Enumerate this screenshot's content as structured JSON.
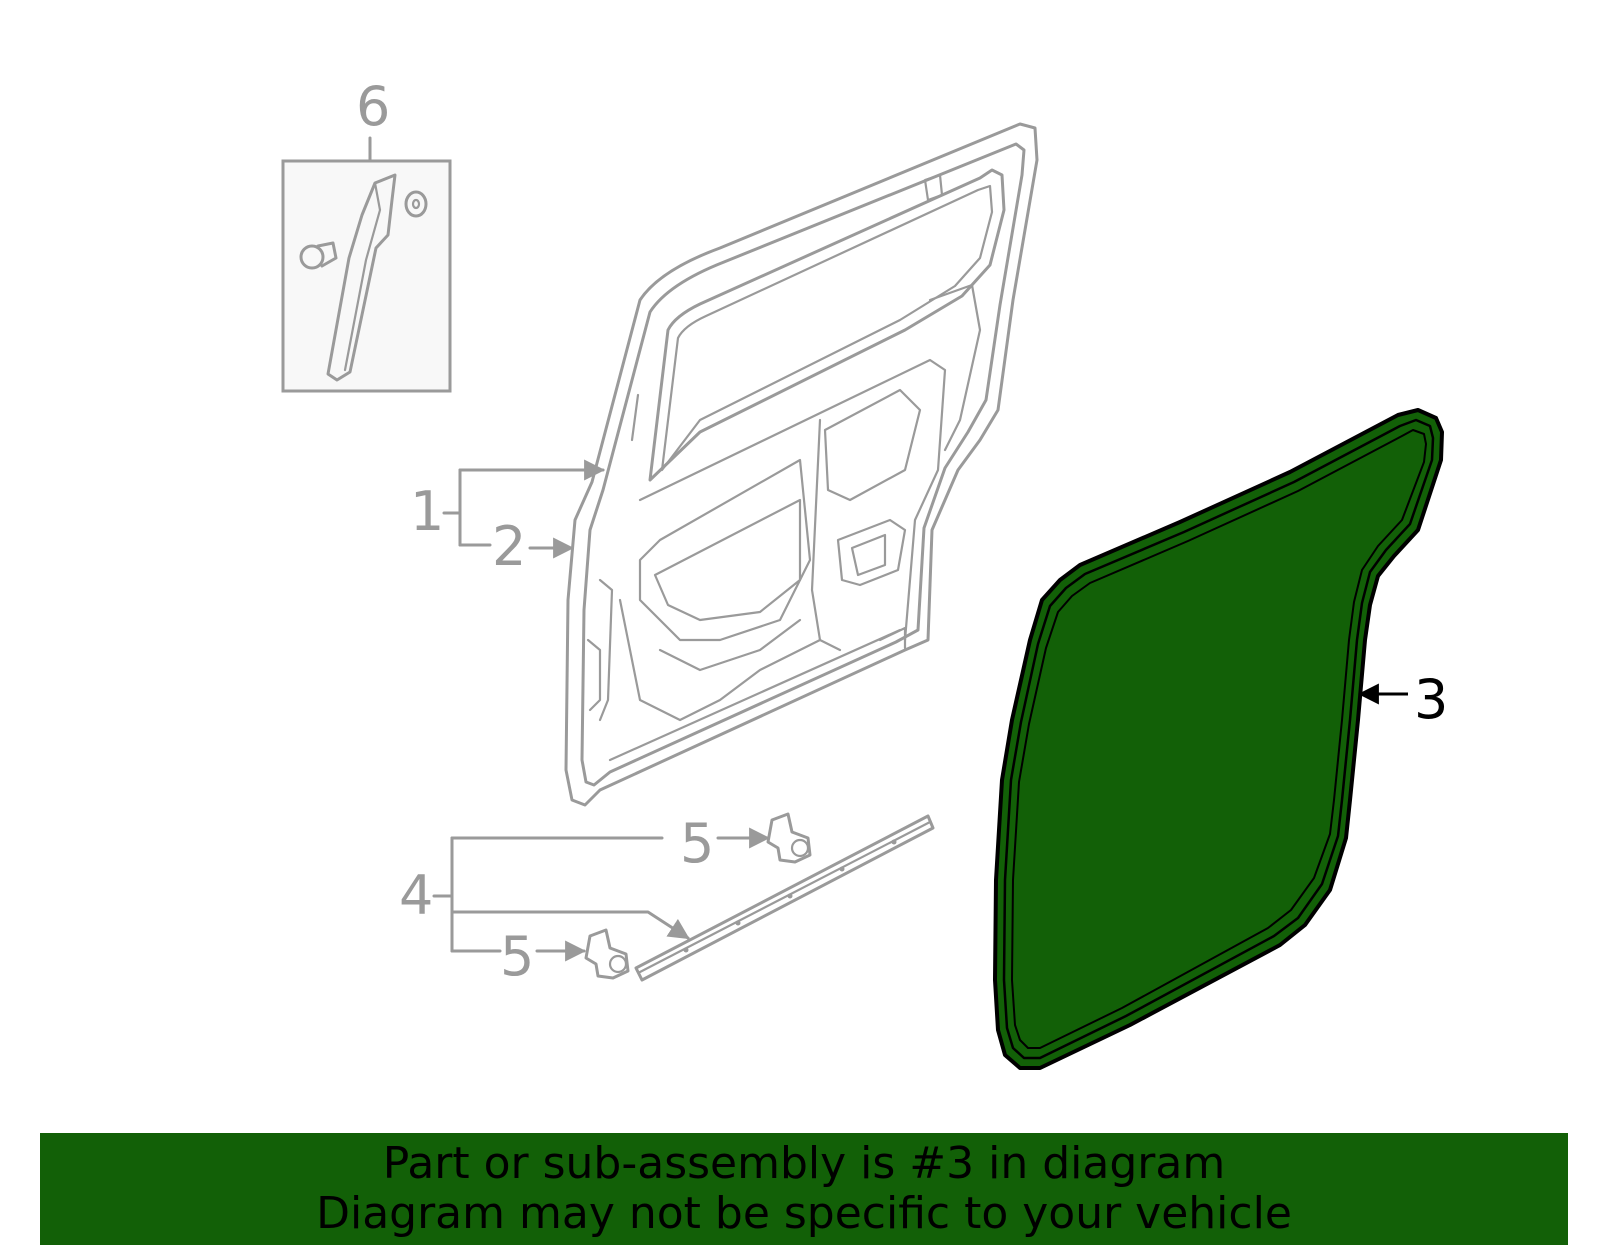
{
  "callouts": {
    "c1": "1",
    "c2": "2",
    "c3": "3",
    "c4": "4",
    "c5a": "5",
    "c5b": "5",
    "c6": "6"
  },
  "highlight": {
    "part": "3",
    "fill_color": "#126007",
    "outline_color": "#000000"
  },
  "parts_color": "#9a9a9a",
  "banner": {
    "background": "#126007",
    "line1": "Part or sub-assembly is #3 in diagram",
    "line2": "Diagram may not be specific to your vehicle"
  }
}
